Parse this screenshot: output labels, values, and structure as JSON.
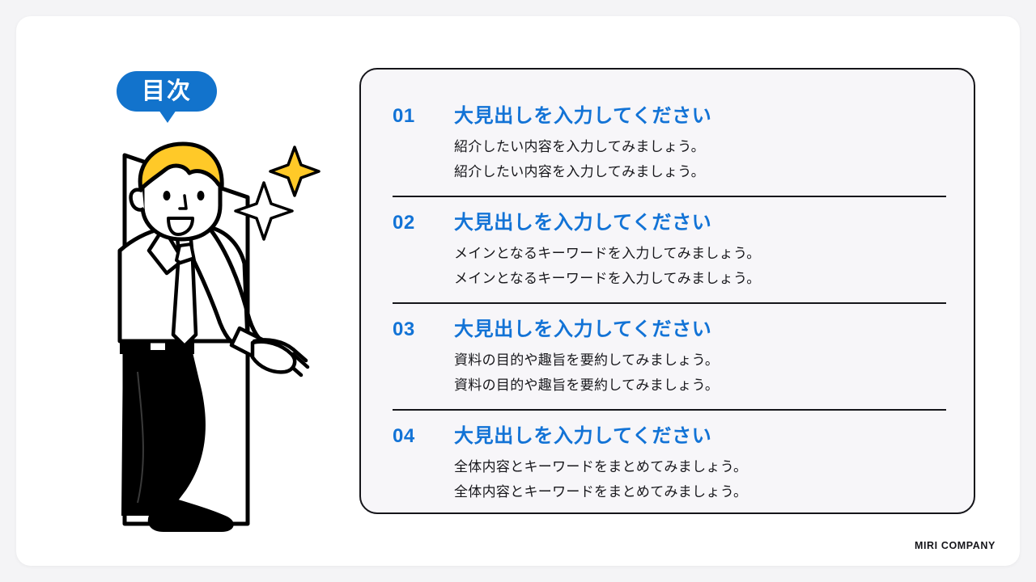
{
  "slide": {
    "badge": {
      "label": "目次",
      "icon": "speech-bubble",
      "color": "#1273cc"
    },
    "illustration": {
      "name": "man-stepping-through-door-illustration",
      "hair_color": "#ffc928",
      "sparkle_color": "#ffc928",
      "line_color": "#000000"
    },
    "toc": {
      "accent_color": "#1273d6",
      "items": [
        {
          "number": "01",
          "heading": "大見出しを入力してください",
          "lines": [
            "紹介したい内容を入力してみましょう。",
            "紹介したい内容を入力してみましょう。"
          ]
        },
        {
          "number": "02",
          "heading": "大見出しを入力してください",
          "lines": [
            "メインとなるキーワードを入力してみましょう。",
            "メインとなるキーワードを入力してみましょう。"
          ]
        },
        {
          "number": "03",
          "heading": "大見出しを入力してください",
          "lines": [
            "資料の目的や趣旨を要約してみましょう。",
            "資料の目的や趣旨を要約してみましょう。"
          ]
        },
        {
          "number": "04",
          "heading": "大見出しを入力してください",
          "lines": [
            "全体内容とキーワードをまとめてみましょう。",
            "全体内容とキーワードをまとめてみましょう。"
          ]
        }
      ]
    },
    "footer": {
      "company": "MIRI COMPANY"
    }
  }
}
